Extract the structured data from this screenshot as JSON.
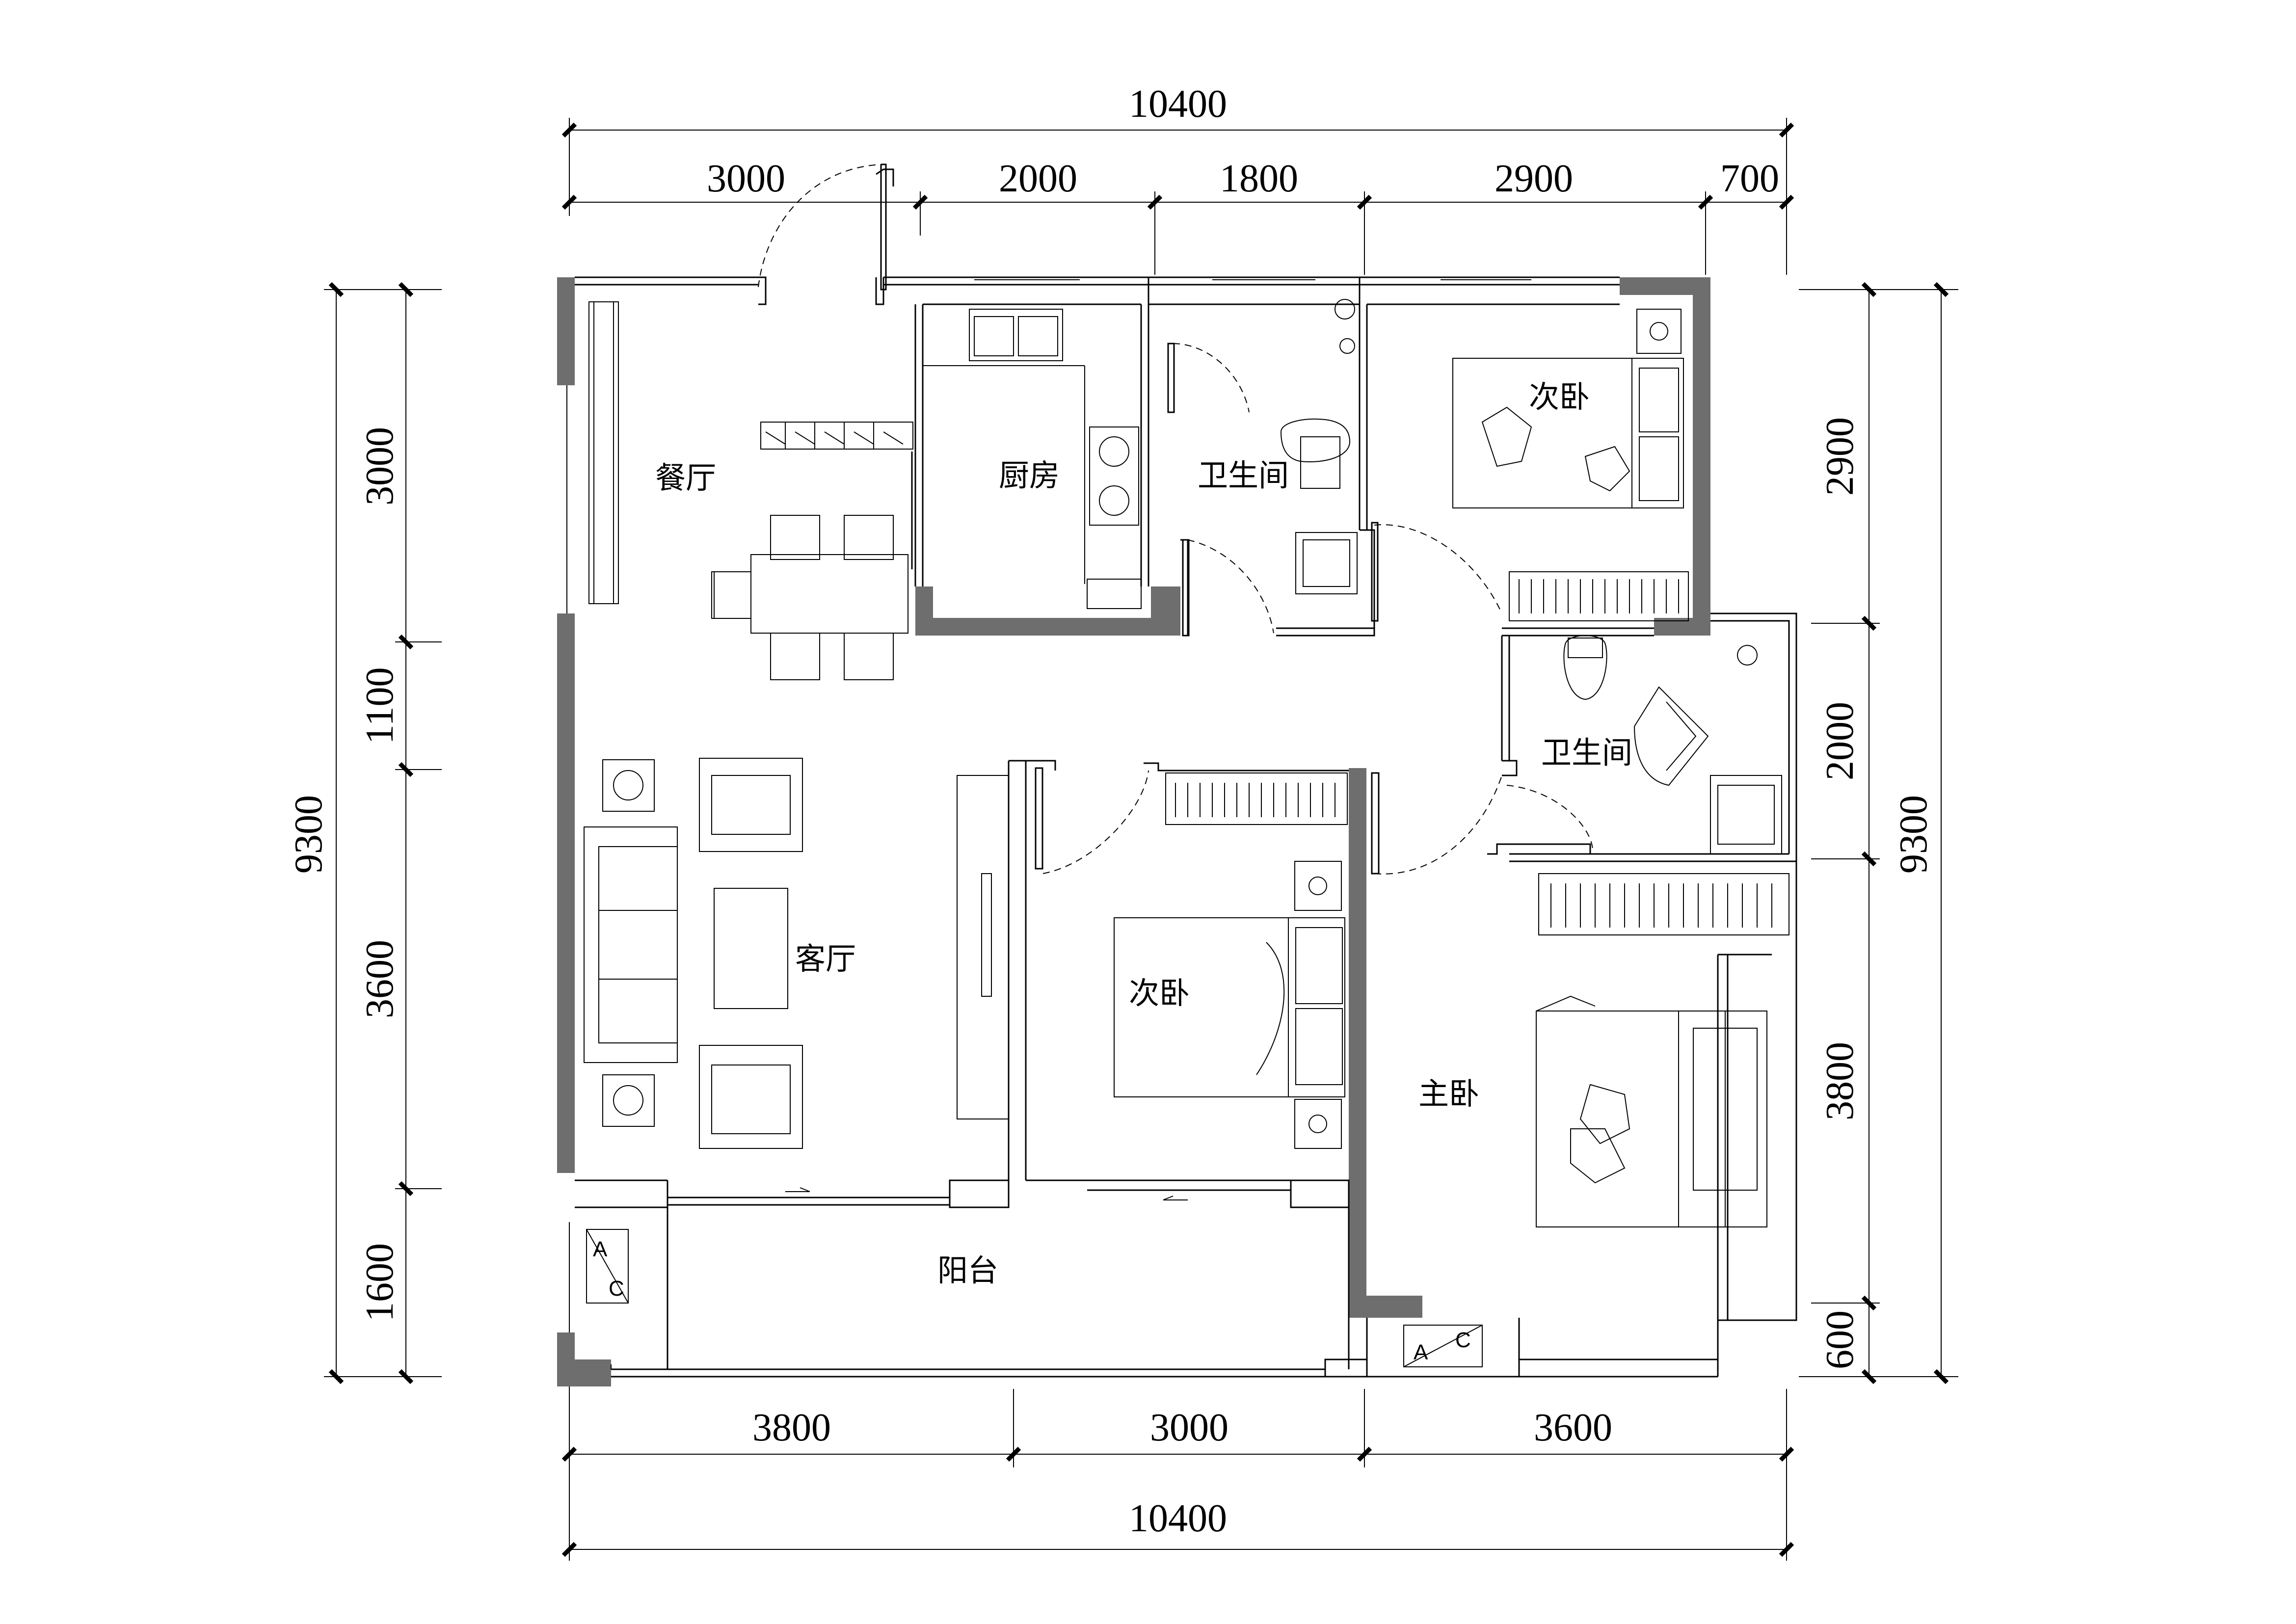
{
  "rooms": {
    "dining": "餐厅",
    "kitchen": "厨房",
    "bath_north": "卫生间",
    "bedroom_ne": "次卧",
    "bath_east": "卫生间",
    "living": "客厅",
    "bedroom_center": "次卧",
    "master": "主卧",
    "balcony": "阳台"
  },
  "dimensions": {
    "top_total": "10400",
    "top_segments": [
      "3000",
      "2000",
      "1800",
      "2900",
      "700"
    ],
    "bottom_segments": [
      "3800",
      "3000",
      "3600"
    ],
    "bottom_total": "10400",
    "left_segments": [
      "3000",
      "1100",
      "3600",
      "1600"
    ],
    "left_total": "9300",
    "right_segments": [
      "2900",
      "2000",
      "3800",
      "600"
    ],
    "right_total": "9300"
  },
  "ac_units": {
    "unit_letters": [
      "A",
      "C"
    ]
  }
}
